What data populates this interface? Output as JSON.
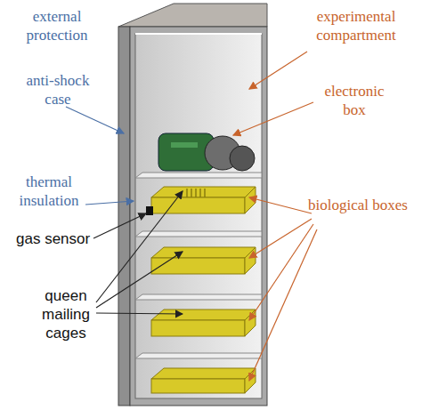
{
  "diagram": {
    "labels": [
      "external protection",
      "experimental compartment",
      "anti-shock case",
      "electronic box",
      "thermal insulation",
      "biological boxes",
      "gas sensor",
      "queen mailing cages"
    ]
  }
}
